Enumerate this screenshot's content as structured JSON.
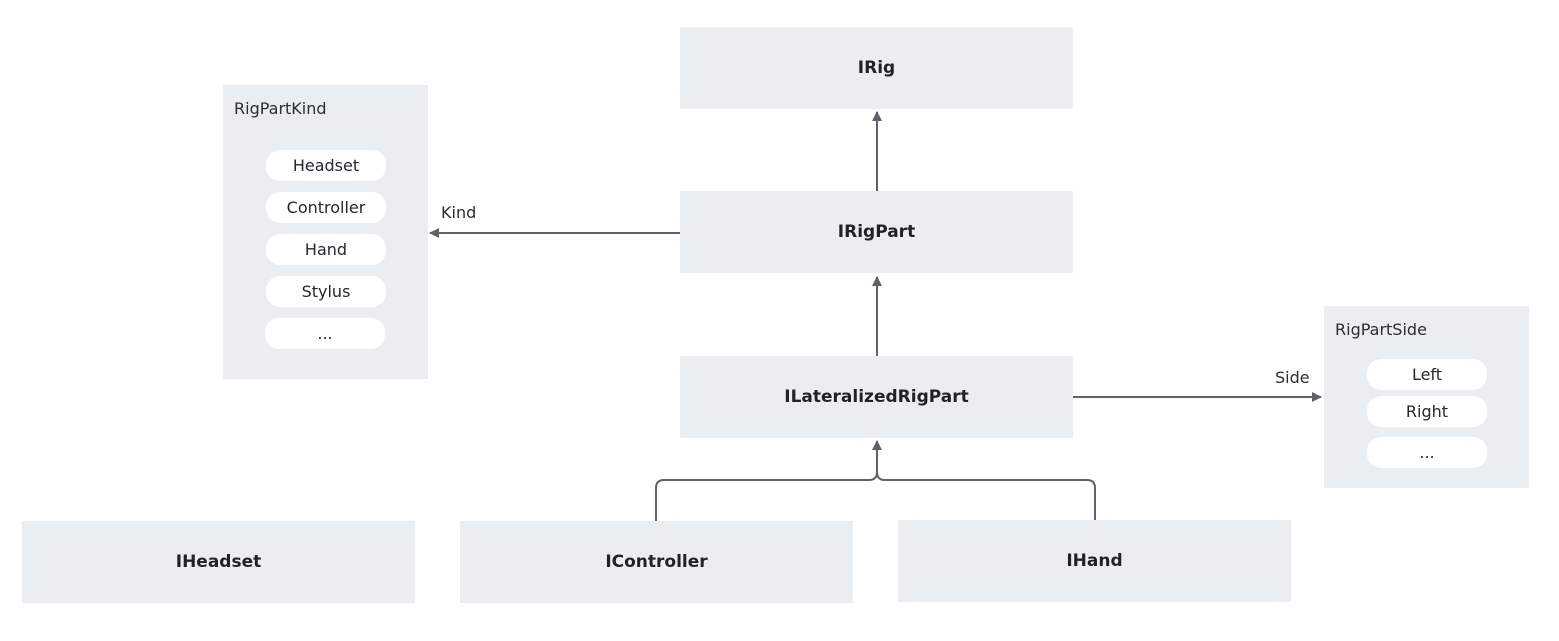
{
  "classes": {
    "irig": "IRig",
    "irigpart": "IRigPart",
    "ilateralizedrigpart": "ILateralizedRigPart",
    "iheadset": "IHeadset",
    "icontroller": "IController",
    "ihand": "IHand"
  },
  "enums": {
    "rig_part_kind": {
      "title": "RigPartKind",
      "values": [
        "Headset",
        "Controller",
        "Hand",
        "Stylus",
        "..."
      ]
    },
    "rig_part_side": {
      "title": "RigPartSide",
      "values": [
        "Left",
        "Right",
        "..."
      ]
    }
  },
  "edges": {
    "kind_label": "Kind",
    "side_label": "Side"
  },
  "colors": {
    "box_fill": "#ebeef1",
    "pill_fill": "#ffffff",
    "connector": "#5f6368"
  }
}
